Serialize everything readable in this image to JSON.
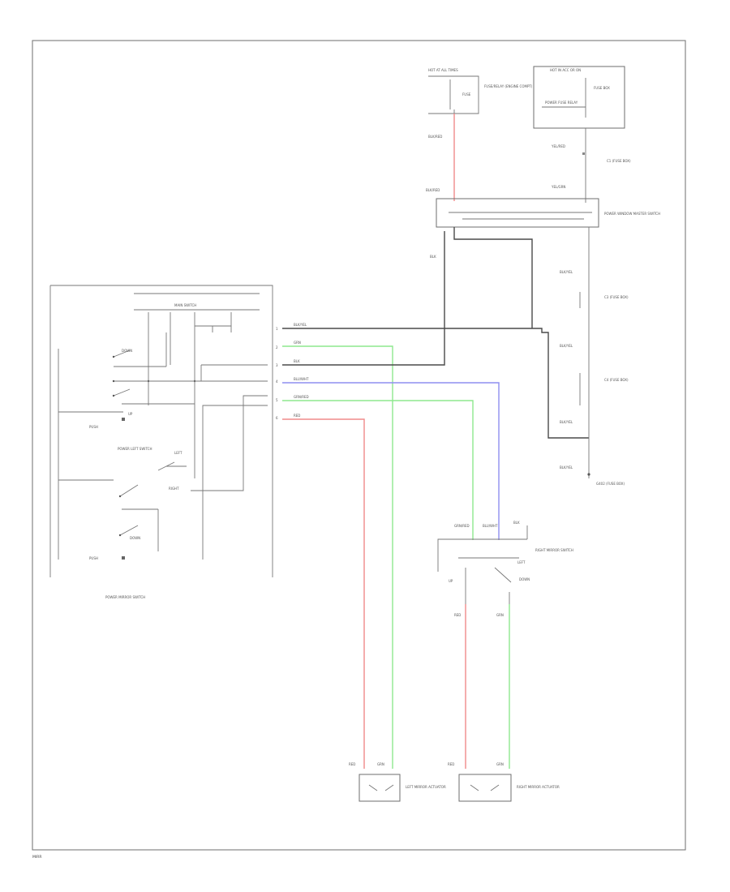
{
  "title": "",
  "colors": {
    "frame": "#7a7a7a",
    "black_wire": "#4a4a4a",
    "red_wire": "#f08a8a",
    "green_wire": "#8ee88e",
    "blue_wire": "#8f8ff0"
  },
  "footer": {
    "code": "MIRR"
  },
  "main_switch": {
    "title": "POWER MIRROR SWITCH",
    "header": "MAIN SWITCH",
    "inner_labels": [
      "DOWN",
      "UP",
      "PUSH",
      "DOWN",
      "PUSH"
    ],
    "selector_label": "POWER LEFT SWITCH",
    "pos_left": "LEFT",
    "pos_right": "RIGHT",
    "pin_numbers": [
      "1",
      "2",
      "3",
      "4",
      "5",
      "6"
    ]
  },
  "wires": {
    "w1": "BLK/YEL",
    "w2": "GRN",
    "w3": "BLK",
    "w4": "BLU/WHT",
    "w5": "GRN/RED",
    "w6": "RED"
  },
  "top_left_box": {
    "title": "HOT AT ALL TIMES",
    "fuse": "FUSE",
    "fuse_desc": "FUSE/RELAY (ENGINE COMPT)",
    "wire": "BLK/RED"
  },
  "top_right_box": {
    "title": "HOT IN ACC OR ON",
    "relay": "POWER FUSE RELAY",
    "desc": "FUSE BOX",
    "wire_a": "YEL/RED",
    "wire_b": "YEL/GRN",
    "note_a": "C1 (FUSE BOX)"
  },
  "junction": {
    "label": "POWER WINDOW MASTER SWITCH",
    "wire_top": "BLK/RED",
    "wire_out": "BLK"
  },
  "right_column": {
    "labels": [
      "BLK/YEL",
      "C3 (FUSE BOX)",
      "BLK/YEL",
      "C4 (FUSE BOX)",
      "BLK/YEL",
      "BLK/YEL"
    ],
    "ground": "G402 (FUSE BOX)"
  },
  "right_switch": {
    "label": "RIGHT MIRROR SWITCH",
    "pins": [
      "GRN/RED",
      "BLU/WHT",
      "BLK"
    ],
    "up": "UP",
    "down": "DOWN",
    "left": "LEFT",
    "out_left": "RED",
    "out_right": "GRN"
  },
  "left_actuator": {
    "label": "LEFT MIRROR ACTUATOR",
    "wire_a": "RED",
    "wire_b": "GRN"
  },
  "right_actuator": {
    "label": "RIGHT MIRROR ACTUATOR",
    "wire_a": "RED",
    "wire_b": "GRN"
  }
}
